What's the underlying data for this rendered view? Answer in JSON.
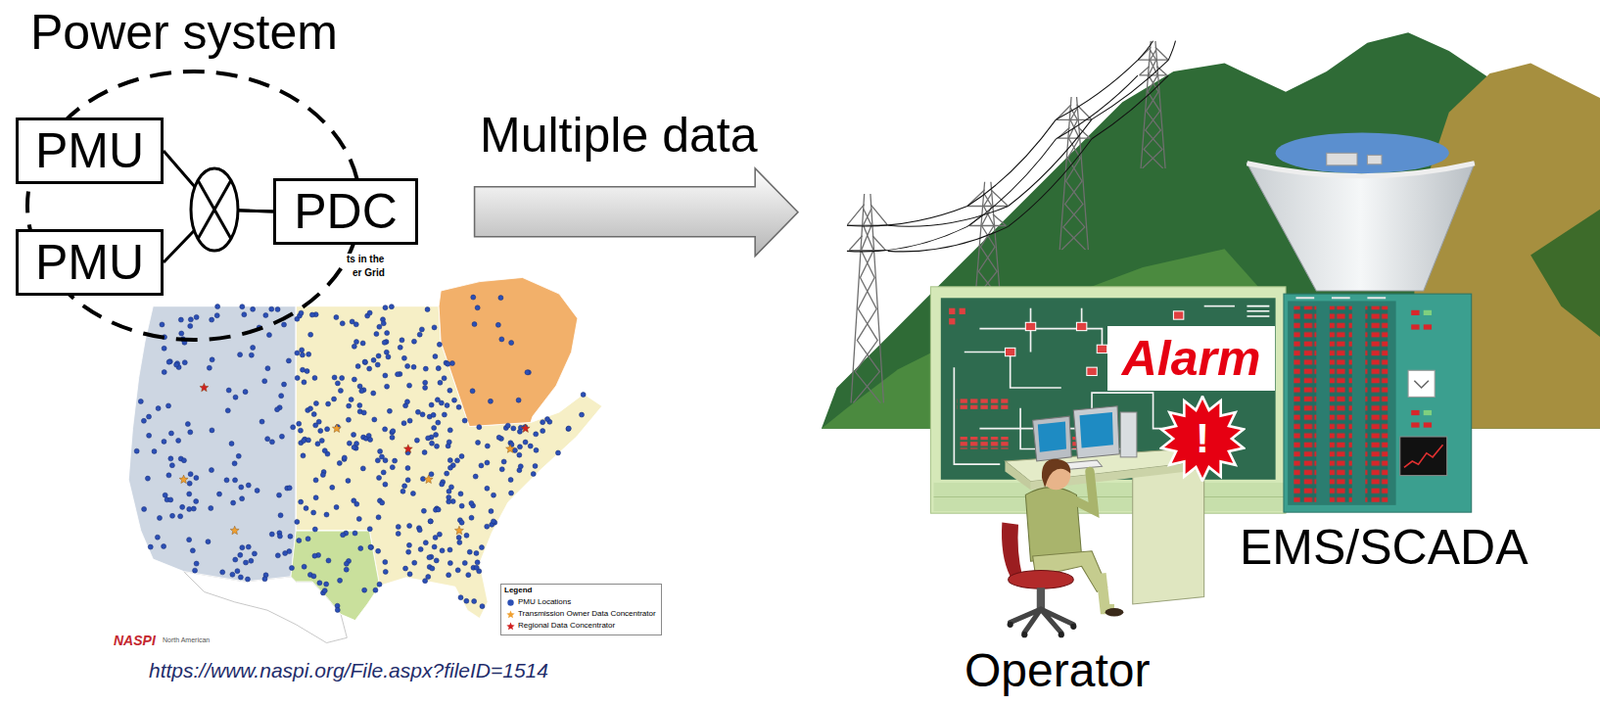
{
  "diagram": {
    "nodes": [
      {
        "text": [
          "Power system"
        ]
      },
      {
        "text": [
          "PMU"
        ],
        "in": 0
      },
      {
        "text": [
          "PMU"
        ],
        "in": 0
      },
      {
        "text": [
          "PDC"
        ],
        "in": 0
      },
      {
        "text": [
          "Alarm"
        ]
      },
      {
        "text": [
          "!"
        ]
      }
    ],
    "edges": [
      {
        "from": 1,
        "to": 3,
        "arrow": "none"
      },
      {
        "from": 2,
        "to": 3,
        "arrow": "none"
      }
    ],
    "labels": [
      "Multiple data",
      "ts in the",
      "er Grid",
      "Legend",
      "NASPI",
      "North American",
      "https://www.naspi.org/File.aspx?fileID=1514",
      "EMS/SCADA",
      "Operator"
    ],
    "legend": [
      {
        "text": "PMU Locations"
      },
      {
        "text": "Transmission Owner Data Concentrator"
      },
      {
        "text": "Regional Data Concentrator"
      }
    ]
  }
}
